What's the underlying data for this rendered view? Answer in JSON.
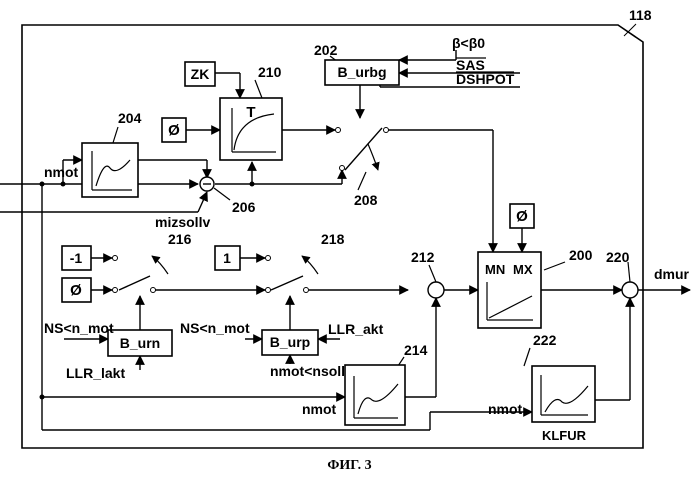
{
  "figure": {
    "caption": "ФИГ. 3",
    "frame_ref": "118"
  },
  "blocks": {
    "zk": "ZK",
    "t_block": "T",
    "b_urbg": "B_urbg",
    "b_urn": "B_urn",
    "b_urp": "B_urp",
    "minus_one": "-1",
    "one": "1",
    "zero_top": "Ø",
    "zero_mid": "Ø",
    "zero_right": "Ø",
    "mn": "MN",
    "mx": "MX",
    "klfur": "KLFUR"
  },
  "refs": {
    "r200": "200",
    "r202": "202",
    "r204": "204",
    "r206": "206",
    "r208": "208",
    "r210": "210",
    "r212": "212",
    "r214": "214",
    "r216": "216",
    "r218": "218",
    "r220": "220",
    "r222": "222"
  },
  "signals": {
    "nmot_in": "nmot",
    "mizsollv": "mizsollv",
    "beta": "β<β0",
    "sas": "SAS",
    "dshpot": "DSHPOT",
    "dmur": "dmur",
    "ns_n_mot_left": "NS<n_mot",
    "llr_lakt": "LLR_lakt",
    "ns_n_mot_mid": "NS<n_mot",
    "llr_akt": "LLR_akt",
    "nmot_nsoll": "nmot<nsoll",
    "nmot_214": "nmot",
    "nmot_222": "nmot"
  }
}
